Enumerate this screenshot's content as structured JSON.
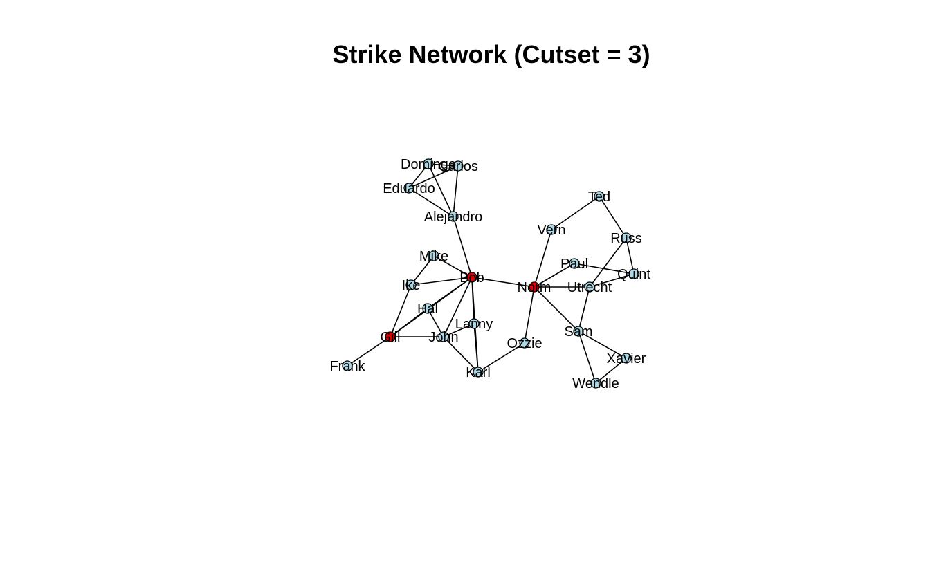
{
  "title": "Strike Network (Cutset = 3)",
  "colors": {
    "cut_node": "#e00000",
    "node": "#add8e6",
    "edge": "#000000"
  },
  "nodes": [
    {
      "id": "Domingo",
      "cut": false
    },
    {
      "id": "Carlos",
      "cut": false
    },
    {
      "id": "Eduardo",
      "cut": false
    },
    {
      "id": "Alejandro",
      "cut": false
    },
    {
      "id": "Ted",
      "cut": false
    },
    {
      "id": "Vern",
      "cut": false
    },
    {
      "id": "Russ",
      "cut": false
    },
    {
      "id": "Mike",
      "cut": false
    },
    {
      "id": "Paul",
      "cut": false
    },
    {
      "id": "Quint",
      "cut": false
    },
    {
      "id": "Bob",
      "cut": true
    },
    {
      "id": "Ike",
      "cut": false
    },
    {
      "id": "Norm",
      "cut": true
    },
    {
      "id": "Utrecht",
      "cut": false
    },
    {
      "id": "Hal",
      "cut": false
    },
    {
      "id": "Lanny",
      "cut": false
    },
    {
      "id": "Sam",
      "cut": false
    },
    {
      "id": "Gill",
      "cut": true
    },
    {
      "id": "John",
      "cut": false
    },
    {
      "id": "Ozzie",
      "cut": false
    },
    {
      "id": "Xavier",
      "cut": false
    },
    {
      "id": "Frank",
      "cut": false
    },
    {
      "id": "Karl",
      "cut": false
    },
    {
      "id": "Wendle",
      "cut": false
    }
  ],
  "edges": [
    [
      "Domingo",
      "Carlos"
    ],
    [
      "Domingo",
      "Eduardo"
    ],
    [
      "Domingo",
      "Alejandro"
    ],
    [
      "Carlos",
      "Eduardo"
    ],
    [
      "Carlos",
      "Alejandro"
    ],
    [
      "Eduardo",
      "Alejandro"
    ],
    [
      "Alejandro",
      "Bob"
    ],
    [
      "Bob",
      "Mike"
    ],
    [
      "Bob",
      "Ike"
    ],
    [
      "Bob",
      "Hal"
    ],
    [
      "Bob",
      "John"
    ],
    [
      "Bob",
      "Lanny"
    ],
    [
      "Bob",
      "Karl"
    ],
    [
      "Bob",
      "Gill"
    ],
    [
      "Bob",
      "Norm"
    ],
    [
      "Mike",
      "Ike"
    ],
    [
      "Ike",
      "Gill"
    ],
    [
      "Hal",
      "John"
    ],
    [
      "Hal",
      "Gill"
    ],
    [
      "Gill",
      "John"
    ],
    [
      "Gill",
      "Frank"
    ],
    [
      "John",
      "Lanny"
    ],
    [
      "John",
      "Karl"
    ],
    [
      "Lanny",
      "Karl"
    ],
    [
      "Karl",
      "Ozzie"
    ],
    [
      "Norm",
      "Ozzie"
    ],
    [
      "Norm",
      "Vern"
    ],
    [
      "Norm",
      "Paul"
    ],
    [
      "Norm",
      "Utrecht"
    ],
    [
      "Norm",
      "Sam"
    ],
    [
      "Vern",
      "Ted"
    ],
    [
      "Ted",
      "Russ"
    ],
    [
      "Russ",
      "Quint"
    ],
    [
      "Russ",
      "Utrecht"
    ],
    [
      "Paul",
      "Quint"
    ],
    [
      "Utrecht",
      "Quint"
    ],
    [
      "Utrecht",
      "Sam"
    ],
    [
      "Sam",
      "Xavier"
    ],
    [
      "Sam",
      "Wendle"
    ],
    [
      "Xavier",
      "Wendle"
    ]
  ]
}
